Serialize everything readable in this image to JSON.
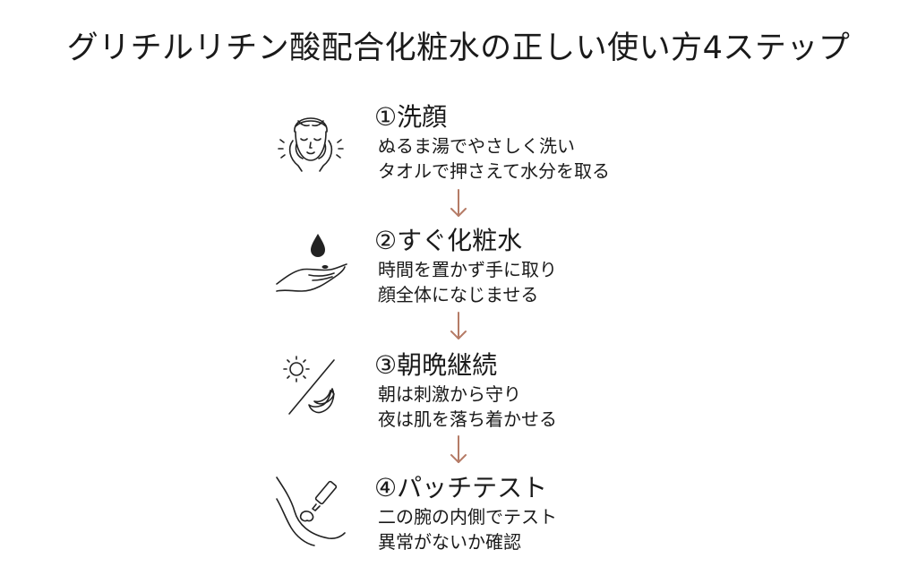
{
  "title": "グリチルリチン酸配合化粧水の正しい使い方4ステップ",
  "accent_color": "#b57b66",
  "steps": [
    {
      "heading": "①洗顔",
      "line1": "ぬるま湯でやさしく洗い",
      "line2": "タオルで押さえて水分を取る",
      "icon": "face-washing-icon"
    },
    {
      "heading": "②すぐ化粧水",
      "line1": "時間を置かず手に取り",
      "line2": "顔全体になじませる",
      "icon": "hand-drop-icon"
    },
    {
      "heading": "③朝晩継続",
      "line1": "朝は刺激から守り",
      "line2": "夜は肌を落ち着かせる",
      "icon": "sun-moon-icon"
    },
    {
      "heading": "④パッチテスト",
      "line1": "二の腕の内側でテスト",
      "line2": "異常がないか確認",
      "icon": "arm-patch-test-icon"
    }
  ]
}
